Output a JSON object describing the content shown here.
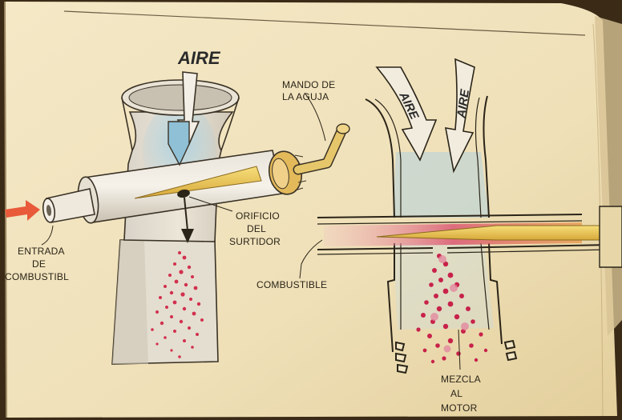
{
  "left_diagram": {
    "air_label": "AIRE",
    "needle_control_label": [
      "MANDO DE",
      "LA AGUJA"
    ],
    "jet_orifice_label": [
      "ORIFICIO",
      "DEL",
      "SURTIDOR"
    ],
    "fuel_inlet_label": [
      "ENTRADA",
      "DE",
      "COMBUSTIBL"
    ]
  },
  "right_diagram": {
    "air_arrow_left": "AIRE",
    "air_arrow_right": "AIRE",
    "fuel_label": "COMBUSTIBLE",
    "mixture_label": [
      "MEZCLA",
      "AL",
      "MOTOR"
    ]
  },
  "colors": {
    "page": "#f1e4bf",
    "air_blue": "#9fc6d8",
    "fuel_red": "#d2304e",
    "needle_yellow": "#e8c24a",
    "inlet_arrow": "#e85a3a",
    "ink": "#2a2418"
  }
}
